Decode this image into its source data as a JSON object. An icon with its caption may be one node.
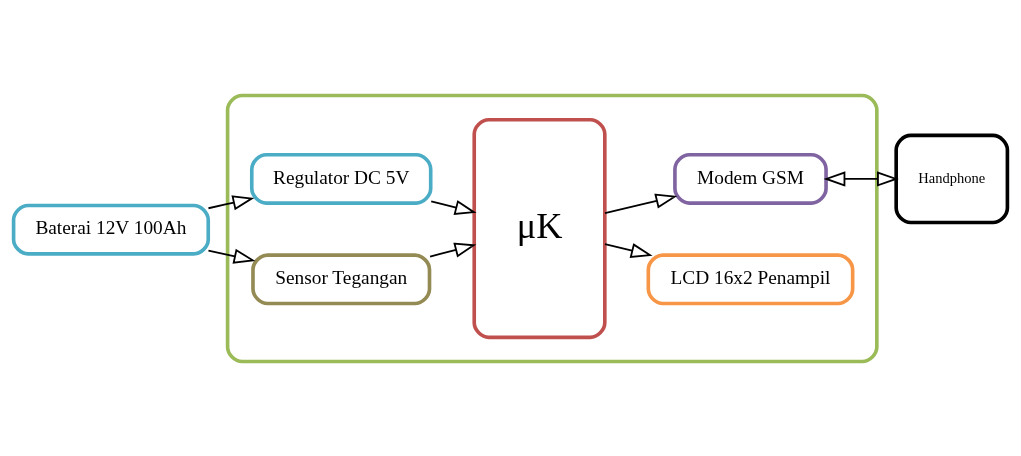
{
  "diagram": {
    "nodes": [
      {
        "text": [],
        "shape": "box"
      },
      {
        "text": [
          "Regulator DC 5V"
        ],
        "in": 0
      },
      {
        "text": [
          "Baterai 12V 100Ah"
        ]
      },
      {
        "text": [
          "Sensor Tegangan"
        ],
        "in": 0
      },
      {
        "text": [
          "μK"
        ],
        "in": 0
      },
      {
        "text": [
          "LCD 16x2 Penampil"
        ],
        "in": 0
      },
      {
        "text": [
          "Modem GSM"
        ],
        "in": 0
      },
      {
        "text": [
          "Handphone"
        ]
      }
    ],
    "edges": [
      {
        "from": 2,
        "to": 1,
        "arrow": "to"
      },
      {
        "from": 2,
        "to": 3,
        "arrow": "to"
      },
      {
        "from": 1,
        "to": 4,
        "arrow": "to"
      },
      {
        "from": 3,
        "to": 4,
        "arrow": "to"
      },
      {
        "from": 4,
        "to": 5,
        "arrow": "to"
      },
      {
        "from": 4,
        "to": 6,
        "arrow": "to"
      },
      {
        "from": 6,
        "to": 7,
        "arrow": "both"
      }
    ]
  }
}
